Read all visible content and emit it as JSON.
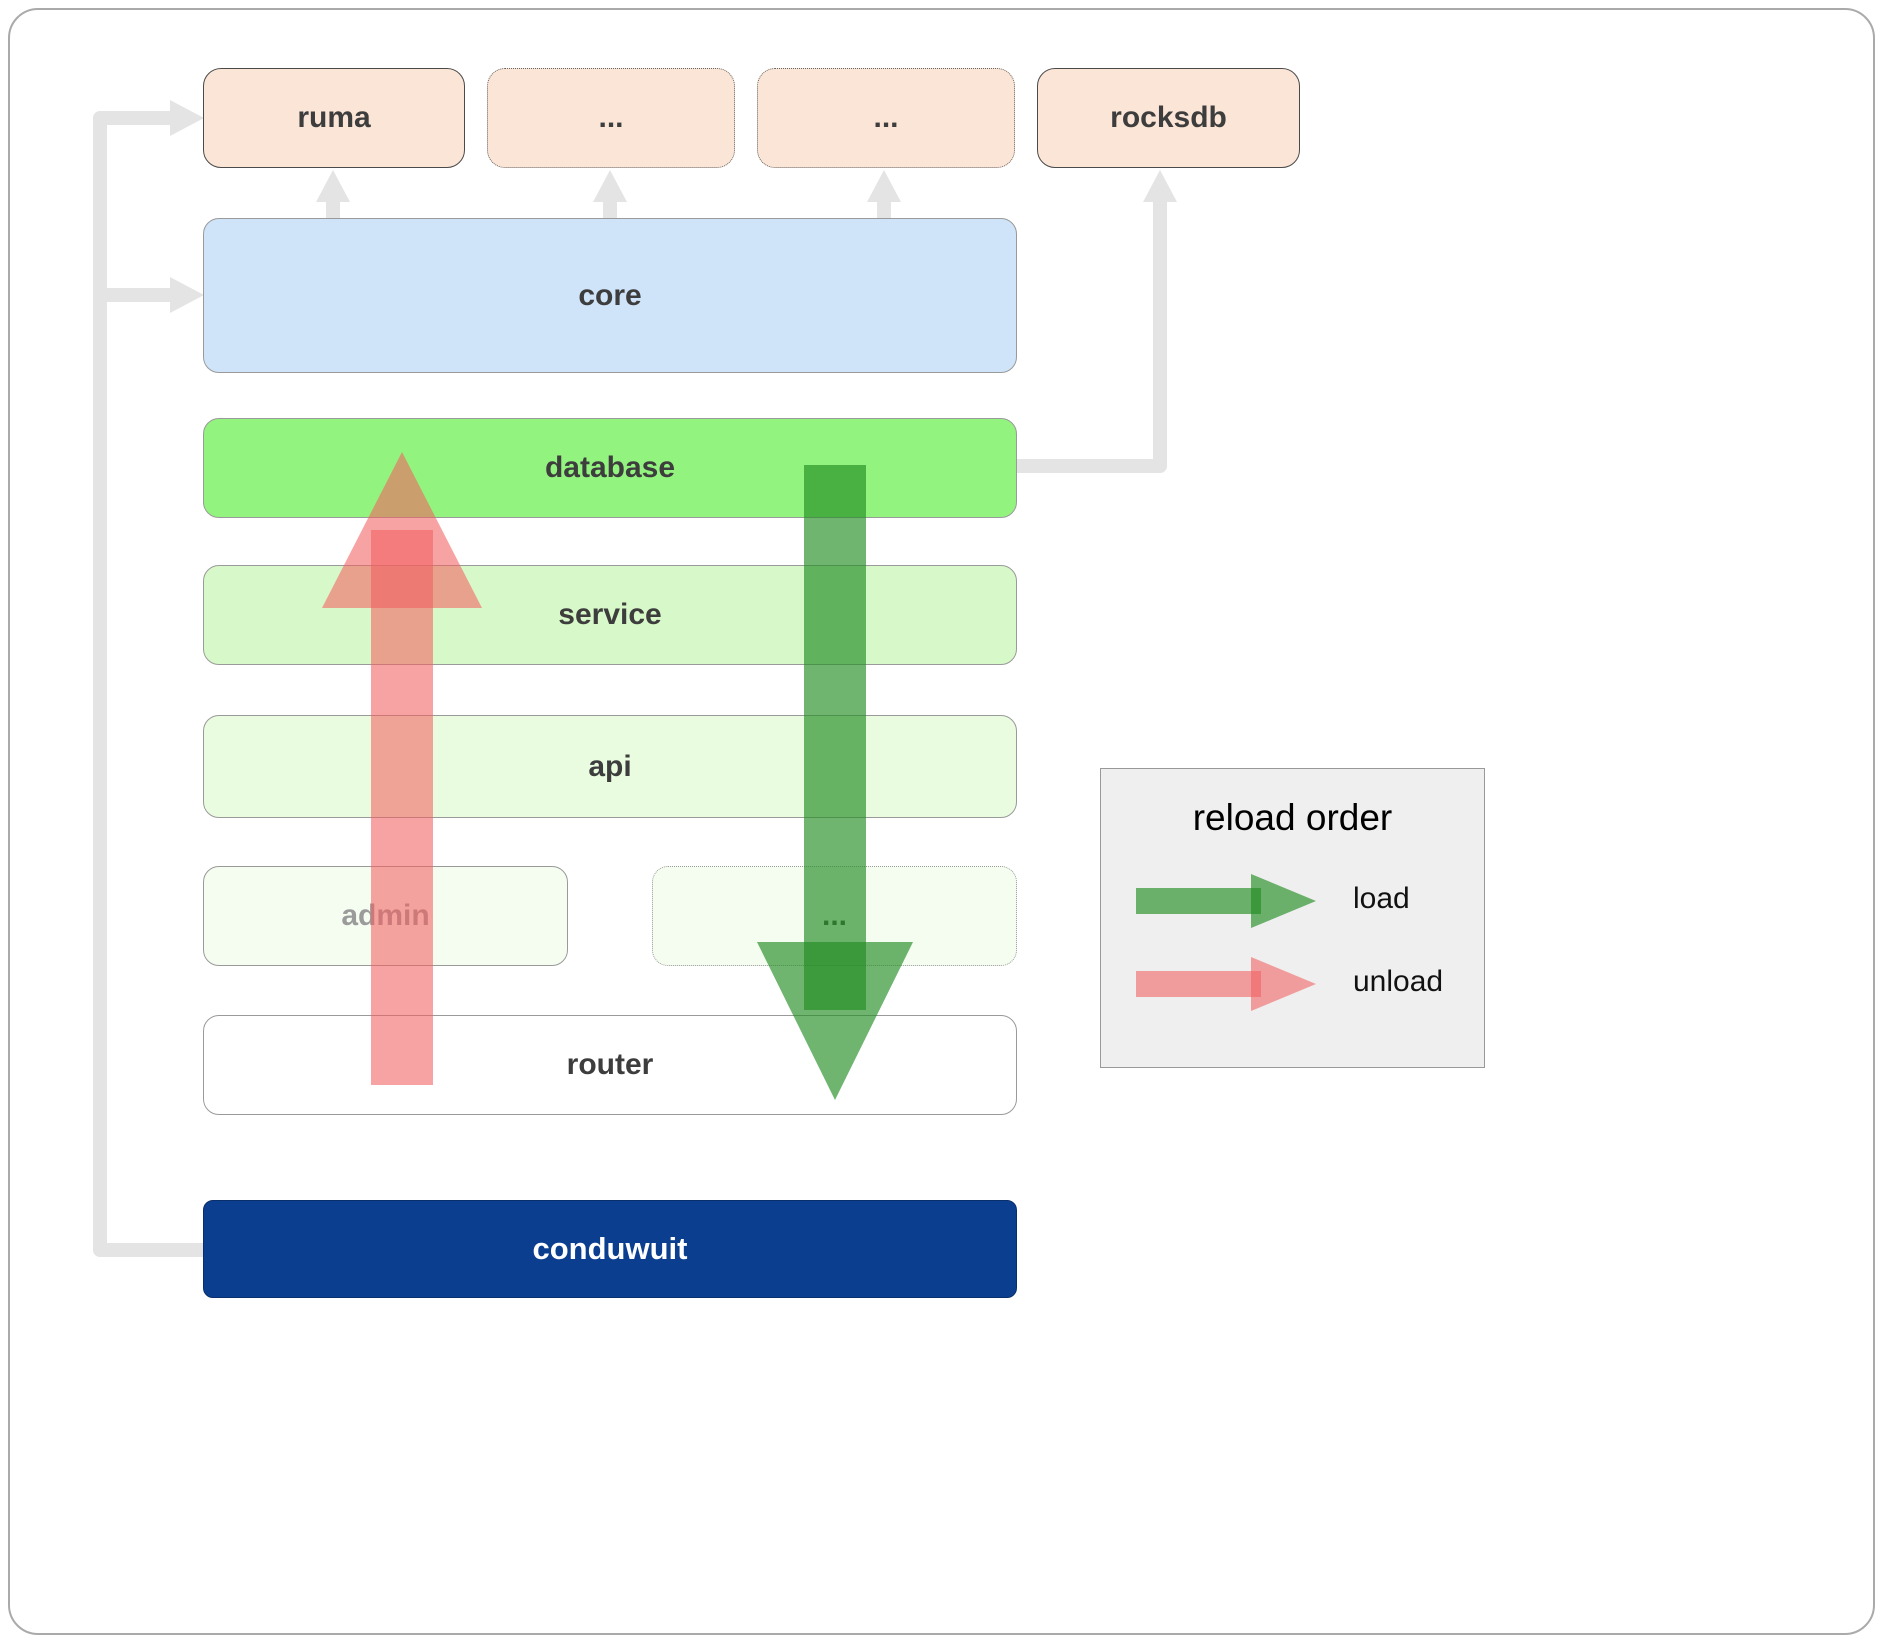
{
  "diagram": {
    "top_row": [
      {
        "label": "ruma"
      },
      {
        "label": "..."
      },
      {
        "label": "..."
      },
      {
        "label": "rocksdb"
      }
    ],
    "layers": {
      "core": "core",
      "database": "database",
      "service": "service",
      "api": "api",
      "admin": "admin",
      "admin_dots": "...",
      "router": "router",
      "conduwuit": "conduwuit"
    }
  },
  "legend": {
    "title": "reload order",
    "items": [
      {
        "label": "load",
        "color": "#2c942c"
      },
      {
        "label": "unload",
        "color": "#f36161"
      }
    ]
  },
  "colors": {
    "top_box_fill": "#fbe5d6",
    "core_fill": "#cfe4f8",
    "database_fill": "#93f37f",
    "service_fill": "#d7f9c9",
    "api_fill": "#e9fce0",
    "admin_fill": "#f4fdf0",
    "router_fill": "#ffffff",
    "conduwuit_fill": "#0b3e8f",
    "flow_arrow": "#e4e4e4",
    "load_arrow": "#2c942c",
    "unload_arrow": "#f36161"
  }
}
